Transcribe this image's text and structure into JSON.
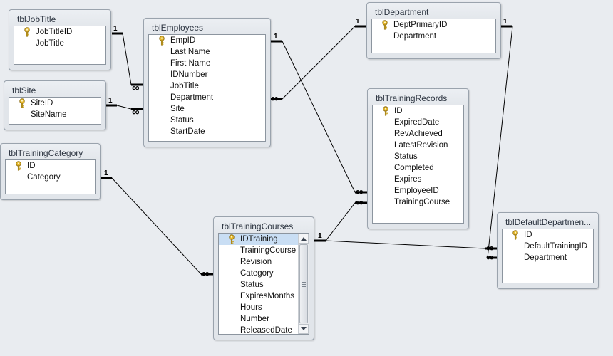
{
  "tables": [
    {
      "id": "tblJobTitle",
      "title": "tblJobTitle",
      "fields": [
        {
          "name": "JobTitleID",
          "key": true
        },
        {
          "name": "JobTitle",
          "key": false
        }
      ]
    },
    {
      "id": "tblEmployees",
      "title": "tblEmployees",
      "fields": [
        {
          "name": "EmpID",
          "key": true
        },
        {
          "name": "Last Name",
          "key": false
        },
        {
          "name": "First Name",
          "key": false
        },
        {
          "name": "IDNumber",
          "key": false
        },
        {
          "name": "JobTitle",
          "key": false
        },
        {
          "name": "Department",
          "key": false
        },
        {
          "name": "Site",
          "key": false
        },
        {
          "name": "Status",
          "key": false
        },
        {
          "name": "StartDate",
          "key": false
        }
      ]
    },
    {
      "id": "tblDepartment",
      "title": "tblDepartment",
      "fields": [
        {
          "name": "DeptPrimaryID",
          "key": true
        },
        {
          "name": "Department",
          "key": false
        }
      ]
    },
    {
      "id": "tblSite",
      "title": "tblSite",
      "fields": [
        {
          "name": "SiteID",
          "key": true
        },
        {
          "name": "SiteName",
          "key": false
        }
      ]
    },
    {
      "id": "tblTrainingRecords",
      "title": "tblTrainingRecords",
      "fields": [
        {
          "name": "ID",
          "key": true
        },
        {
          "name": "ExpiredDate",
          "key": false
        },
        {
          "name": "RevAchieved",
          "key": false
        },
        {
          "name": "LatestRevision",
          "key": false
        },
        {
          "name": "Status",
          "key": false
        },
        {
          "name": "Completed",
          "key": false
        },
        {
          "name": "Expires",
          "key": false
        },
        {
          "name": "EmployeeID",
          "key": false
        },
        {
          "name": "TrainingCourse",
          "key": false
        }
      ]
    },
    {
      "id": "tblTrainingCategory",
      "title": "tblTrainingCategory",
      "fields": [
        {
          "name": "ID",
          "key": true
        },
        {
          "name": "Category",
          "key": false
        }
      ]
    },
    {
      "id": "tblTrainingCourses",
      "title": "tblTrainingCourses",
      "fields": [
        {
          "name": "IDTraining",
          "key": true,
          "selected": true
        },
        {
          "name": "TrainingCourse",
          "key": false
        },
        {
          "name": "Revision",
          "key": false
        },
        {
          "name": "Category",
          "key": false
        },
        {
          "name": "Status",
          "key": false
        },
        {
          "name": "ExpiresMonths",
          "key": false
        },
        {
          "name": "Hours",
          "key": false
        },
        {
          "name": "Number",
          "key": false
        },
        {
          "name": "ReleasedDate",
          "key": false
        }
      ]
    },
    {
      "id": "tblDefaultDepartment",
      "title": "tblDefaultDepartmen...",
      "fields": [
        {
          "name": "ID",
          "key": true
        },
        {
          "name": "DefaultTrainingID",
          "key": false
        },
        {
          "name": "Department",
          "key": false
        }
      ]
    }
  ],
  "relationships": [
    {
      "from": "tblJobTitle",
      "to": "tblEmployees",
      "from_label": "1",
      "to_label": "∞"
    },
    {
      "from": "tblSite",
      "to": "tblEmployees",
      "from_label": "1",
      "to_label": "∞"
    },
    {
      "from": "tblEmployees",
      "to": "tblDepartment",
      "from_label": "∞",
      "to_label": "1"
    },
    {
      "from": "tblEmployees",
      "to": "tblTrainingRecords",
      "from_label": "1",
      "to_label": "∞"
    },
    {
      "from": "tblTrainingCategory",
      "to": "tblTrainingCourses",
      "from_label": "1",
      "to_label": "∞"
    },
    {
      "from": "tblTrainingCourses",
      "to": "tblTrainingRecords",
      "from_label": "1",
      "to_label": "∞"
    },
    {
      "from": "tblTrainingCourses",
      "to": "tblDefaultDepartment",
      "from_label": "1",
      "to_label": "∞"
    },
    {
      "from": "tblDepartment",
      "to": "tblDefaultDepartment",
      "from_label": "1",
      "to_label": "∞"
    }
  ],
  "colors": {
    "background": "#e9ecf0",
    "line": "#000000",
    "selection": "#c9def4",
    "key": "#c8a01e"
  },
  "icons": {
    "primary_key": "key-icon"
  }
}
